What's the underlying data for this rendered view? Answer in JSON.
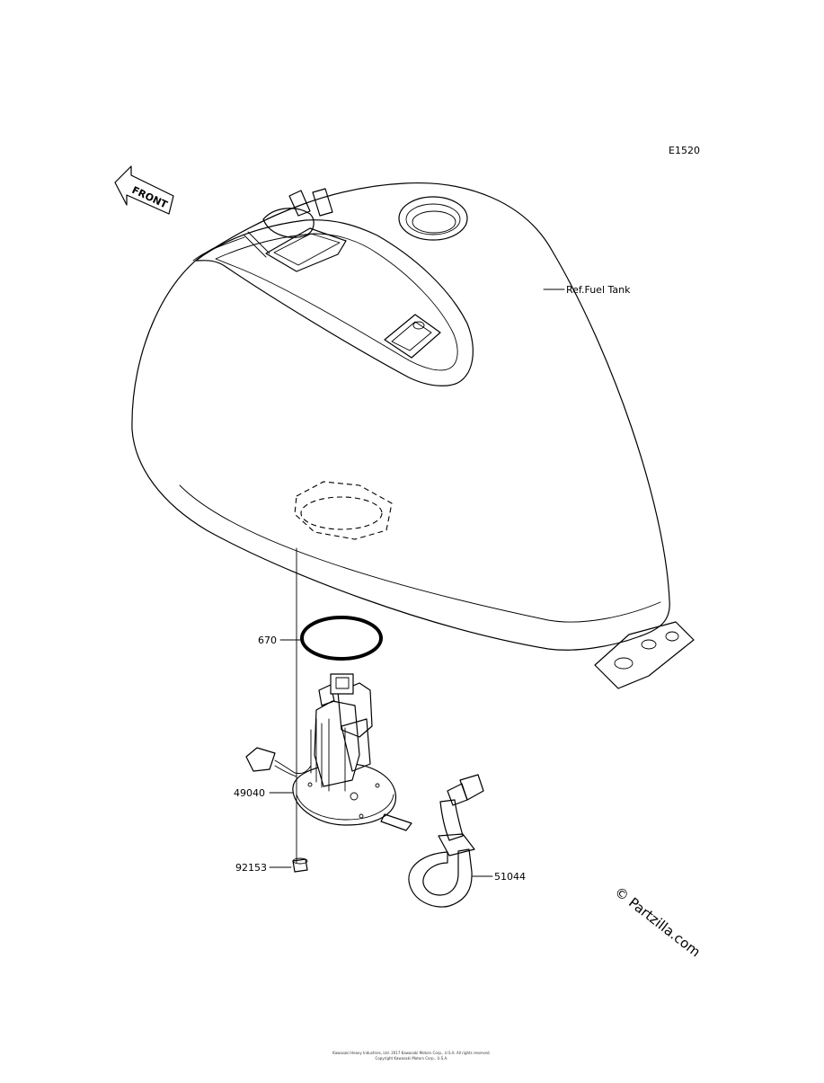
{
  "diagram": {
    "code": "E1520",
    "front_label": "FRONT",
    "watermark": "© Partzilla.com",
    "footer_lines": [
      "Kawasaki Heavy Industries, Ltd. 2017 Kawasaki Motors Corp., U.S.A. All rights reserved.",
      "Copyright Kawasaki Motors Corp., U.S.A."
    ],
    "parts": [
      {
        "number": "Ref.Fuel Tank"
      },
      {
        "number": "670"
      },
      {
        "number": "49040"
      },
      {
        "number": "92153"
      },
      {
        "number": "51044"
      }
    ]
  }
}
